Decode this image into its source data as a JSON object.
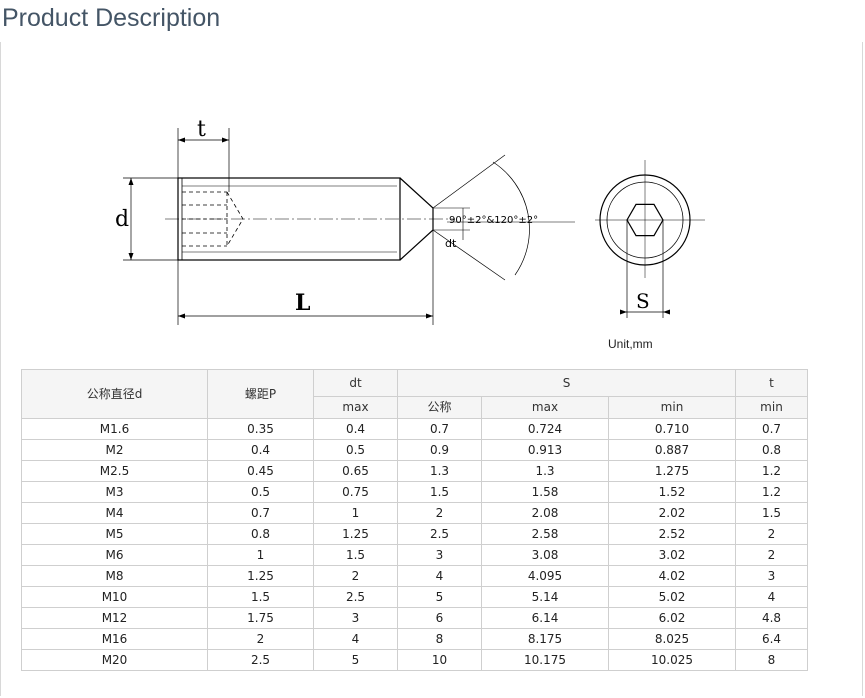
{
  "page": {
    "title": "Product Description"
  },
  "drawing": {
    "label_t": "t",
    "label_d": "d",
    "label_L": "L",
    "label_S": "S",
    "label_dt": "dt",
    "angle_text": "90°±2°&120°±2°",
    "unit_text": "Unit,mm"
  },
  "table": {
    "headers": {
      "nominal_diameter": "公称直径d",
      "pitch": "螺距P",
      "dt": "dt",
      "s": "S",
      "t": "t",
      "dt_max": "max",
      "s_nominal": "公称",
      "s_max": "max",
      "s_min": "min",
      "t_min": "min"
    },
    "rows": [
      [
        "M1.6",
        "0.35",
        "0.4",
        "0.7",
        "0.724",
        "0.710",
        "0.7"
      ],
      [
        "M2",
        "0.4",
        "0.5",
        "0.9",
        "0.913",
        "0.887",
        "0.8"
      ],
      [
        "M2.5",
        "0.45",
        "0.65",
        "1.3",
        "1.3",
        "1.275",
        "1.2"
      ],
      [
        "M3",
        "0.5",
        "0.75",
        "1.5",
        "1.58",
        "1.52",
        "1.2"
      ],
      [
        "M4",
        "0.7",
        "1",
        "2",
        "2.08",
        "2.02",
        "1.5"
      ],
      [
        "M5",
        "0.8",
        "1.25",
        "2.5",
        "2.58",
        "2.52",
        "2"
      ],
      [
        "M6",
        "1",
        "1.5",
        "3",
        "3.08",
        "3.02",
        "2"
      ],
      [
        "M8",
        "1.25",
        "2",
        "4",
        "4.095",
        "4.02",
        "3"
      ],
      [
        "M10",
        "1.5",
        "2.5",
        "5",
        "5.14",
        "5.02",
        "4"
      ],
      [
        "M12",
        "1.75",
        "3",
        "6",
        "6.14",
        "6.02",
        "4.8"
      ],
      [
        "M16",
        "2",
        "4",
        "8",
        "8.175",
        "8.025",
        "6.4"
      ],
      [
        "M20",
        "2.5",
        "5",
        "10",
        "10.175",
        "10.025",
        "8"
      ]
    ]
  }
}
